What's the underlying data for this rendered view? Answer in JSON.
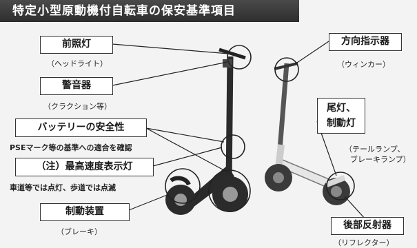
{
  "title": "特定小型原動機付自転車の保安基準項目",
  "labels": {
    "headlight": "前照灯",
    "headlight_note": "（ヘッドライト）",
    "horn": "警音器",
    "horn_note": "（クラクション等）",
    "battery": "バッテリーの安全性",
    "battery_note": "PSEマーク等の基準への適合を確認",
    "speed": "（注）最高速度表示灯",
    "speed_note": "車道等では点灯、歩道では点滅",
    "brake": "制動装置",
    "brake_note": "（ブレーキ）",
    "turn": "方向指示器",
    "turn_note": "（ウィンカー）",
    "tail_line1": "尾灯、",
    "tail_line2": "制動灯",
    "tail_note_line1": "（テールランプ、",
    "tail_note_line2": "ブレーキランプ）",
    "reflector": "後部反射器",
    "reflector_note": "（リフレクター）"
  },
  "colors": {
    "title_bg": "#333333",
    "title_text": "#ffffff",
    "scooter_dark": "#2a2a2a",
    "scooter_light": "#e8e8e8"
  }
}
